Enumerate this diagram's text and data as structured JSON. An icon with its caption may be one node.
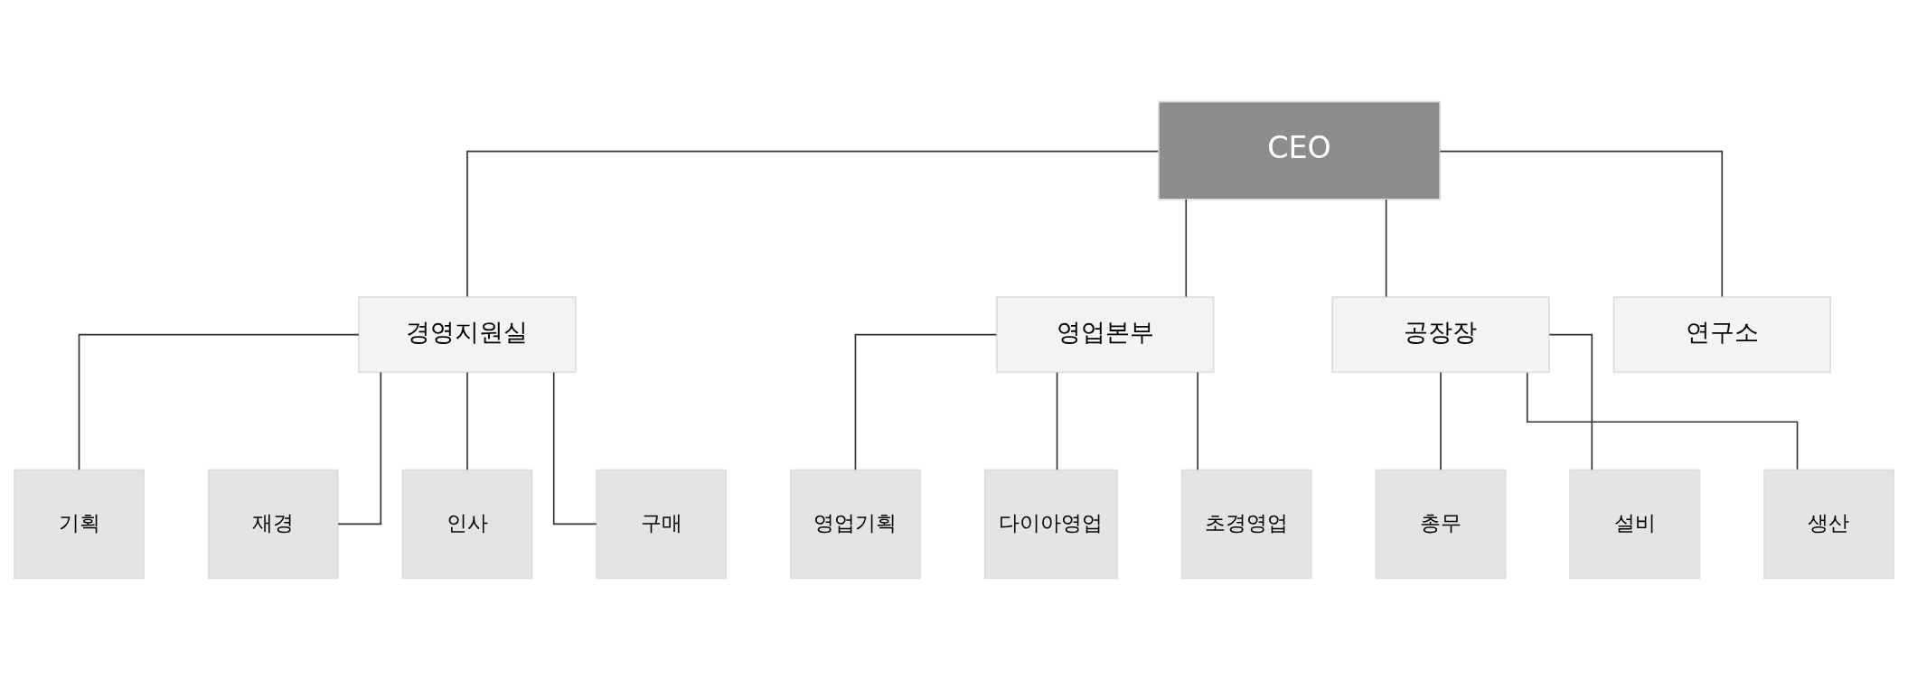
{
  "diagram": {
    "nodes": [
      {
        "text": [
          "CEO"
        ]
      },
      {
        "text": [
          "경영지원실"
        ]
      },
      {
        "text": [
          "영업본부"
        ]
      },
      {
        "text": [
          "공장장"
        ]
      },
      {
        "text": [
          "연구소"
        ]
      },
      {
        "text": [
          "기획"
        ]
      },
      {
        "text": [
          "재경"
        ]
      },
      {
        "text": [
          "인사"
        ]
      },
      {
        "text": [
          "구매"
        ]
      },
      {
        "text": [
          "영업기획"
        ]
      },
      {
        "text": [
          "다이아영업"
        ]
      },
      {
        "text": [
          "초경영업"
        ]
      },
      {
        "text": [
          "총무"
        ]
      },
      {
        "text": [
          "설비"
        ]
      },
      {
        "text": [
          "생산"
        ]
      }
    ],
    "edges": [
      {
        "from": 0,
        "to": 1,
        "arrow": "none"
      },
      {
        "from": 0,
        "to": 2,
        "arrow": "none"
      },
      {
        "from": 0,
        "to": 3,
        "arrow": "none"
      },
      {
        "from": 0,
        "to": 4,
        "arrow": "none"
      },
      {
        "from": 1,
        "to": 5,
        "arrow": "none"
      },
      {
        "from": 1,
        "to": 6,
        "arrow": "none"
      },
      {
        "from": 1,
        "to": 7,
        "arrow": "none"
      },
      {
        "from": 1,
        "to": 8,
        "arrow": "none"
      },
      {
        "from": 2,
        "to": 9,
        "arrow": "none"
      },
      {
        "from": 2,
        "to": 10,
        "arrow": "none"
      },
      {
        "from": 2,
        "to": 11,
        "arrow": "none"
      },
      {
        "from": 3,
        "to": 12,
        "arrow": "none"
      },
      {
        "from": 3,
        "to": 13,
        "arrow": "none"
      },
      {
        "from": 3,
        "to": 14,
        "arrow": "none"
      }
    ]
  }
}
